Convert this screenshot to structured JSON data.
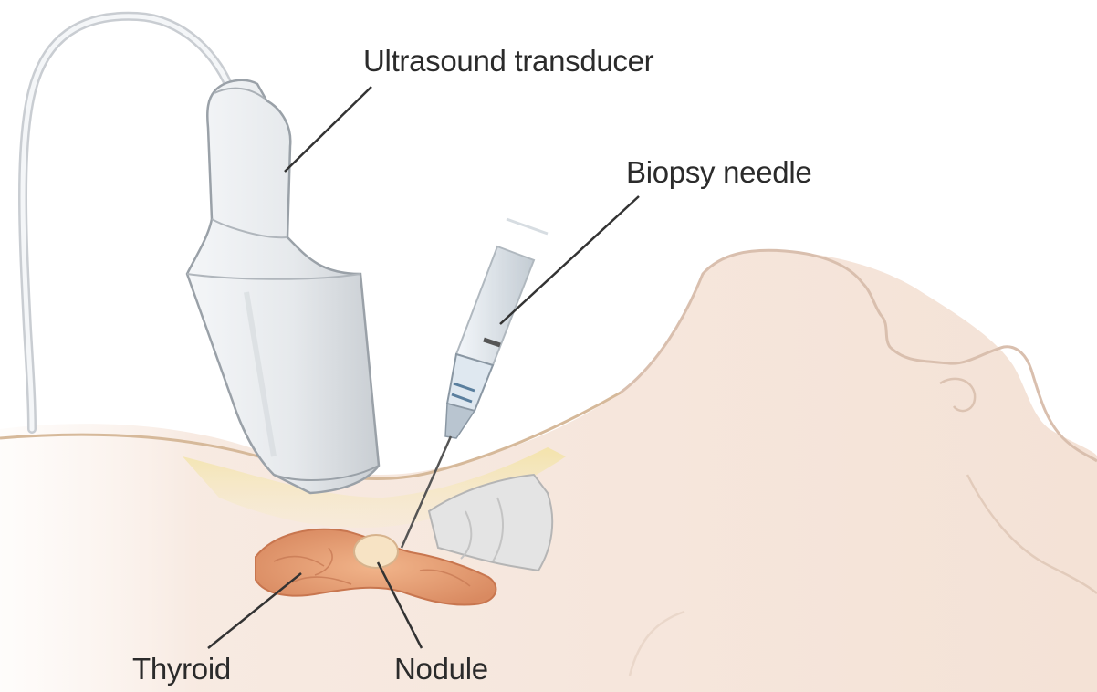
{
  "labels": {
    "transducer": "Ultrasound transducer",
    "needle": "Biopsy needle",
    "thyroid": "Thyroid",
    "nodule": "Nodule"
  },
  "colors": {
    "skin": "#f6e6dc",
    "skin_outline": "#d9bfae",
    "fat_layer": "#f1de9e",
    "thyroid": "#e4a079",
    "nodule": "#f7e3c4",
    "device": "#e9ecef",
    "device_outline": "#9aa1a8",
    "leader_line": "#333333"
  }
}
